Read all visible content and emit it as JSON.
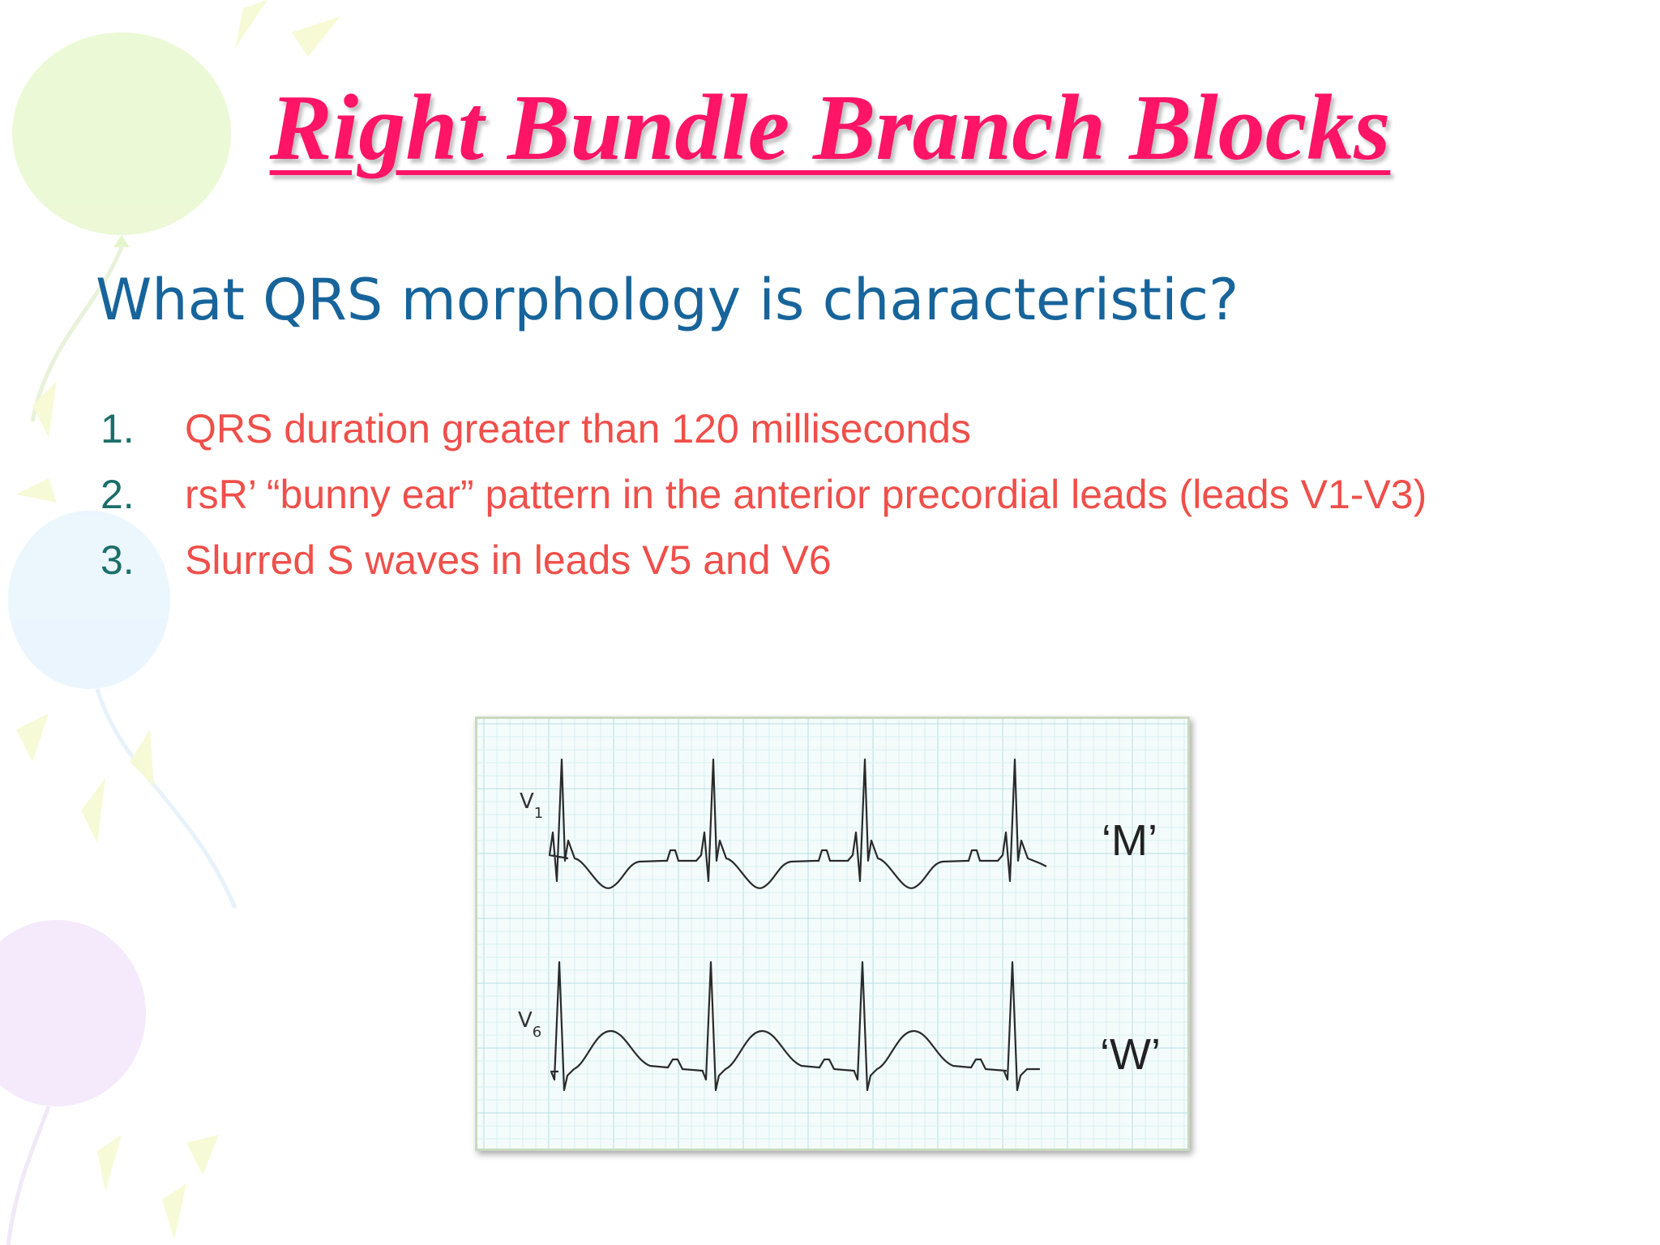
{
  "title": "Right Bundle Branch Blocks",
  "question": "What QRS morphology is characteristic?",
  "points": [
    {
      "num": "1.",
      "text": "QRS duration greater than 120 milliseconds"
    },
    {
      "num": "2.",
      "text": "rsR’ “bunny ear” pattern in the anterior precordial leads (leads V1-V3)"
    },
    {
      "num": "3.",
      "text": "Slurred S waves in leads V5 and V6"
    }
  ],
  "ecg": {
    "lead_top": "V",
    "lead_top_sub": "1",
    "lead_bottom": "V",
    "lead_bottom_sub": "6",
    "pattern_top": "‘M’",
    "pattern_bottom": "‘W’"
  },
  "colors": {
    "title": "#ff1466",
    "question": "#17649b",
    "point_text": "#ef4f4a",
    "point_number": "#1b6e6a"
  }
}
